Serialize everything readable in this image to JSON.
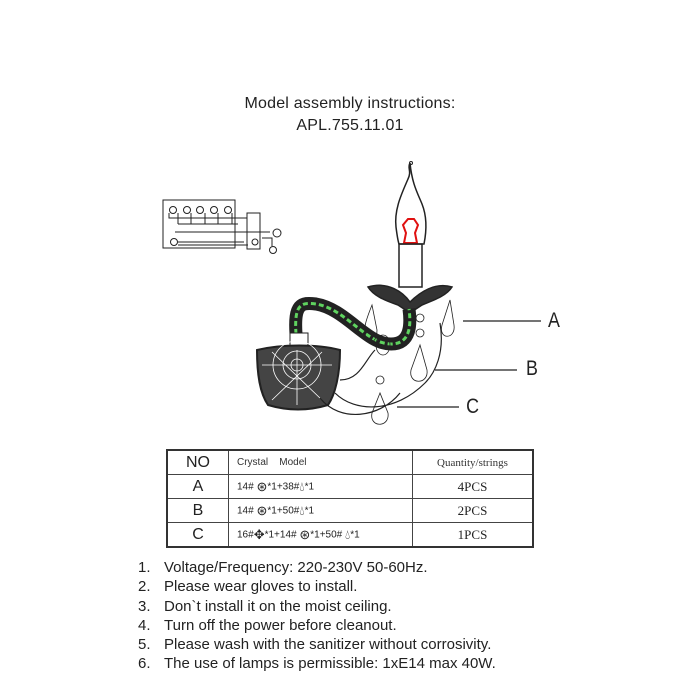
{
  "title": {
    "line1": "Model assembly instructions:",
    "line2": "APL.755.11.01"
  },
  "diagram": {
    "labels": [
      "A",
      "B",
      "C"
    ],
    "colors": {
      "filament": "#e01010",
      "arm_inner": "#5fd35f",
      "line": "#222222"
    }
  },
  "table": {
    "headers": {
      "no": "NO",
      "crystal": "Crystal",
      "model": "Model",
      "qty": "Quantity/strings"
    },
    "rows": [
      {
        "no": "A",
        "model": [
          "14#",
          "*1+38#",
          "*1"
        ],
        "glyphs": [
          "octagon-crystal-icon",
          "drop-crystal-icon"
        ],
        "qty": "4PCS"
      },
      {
        "no": "B",
        "model": [
          "14#",
          "*1+50#",
          "*1"
        ],
        "glyphs": [
          "octagon-crystal-icon",
          "drop-crystal-icon"
        ],
        "qty": "2PCS"
      },
      {
        "no": "C",
        "model": [
          "16#",
          "*1+14#",
          "*1+50#",
          "*1"
        ],
        "glyphs": [
          "diamond-crystal-icon",
          "octagon-crystal-icon",
          "drop-crystal-icon"
        ],
        "qty": "1PCS"
      }
    ]
  },
  "instructions": [
    {
      "n": "1.",
      "text": "Voltage/Frequency: 220-230V 50-60Hz."
    },
    {
      "n": "2.",
      "text": "Please wear gloves to install."
    },
    {
      "n": "3.",
      "text": "Don`t install it on the moist ceiling."
    },
    {
      "n": "4.",
      "text": "Turn off the power before cleanout."
    },
    {
      "n": "5.",
      "text": "Please wash with the sanitizer without corrosivity."
    },
    {
      "n": "6.",
      "text": "The use of lamps is permissible: 1xE14 max 40W."
    }
  ]
}
